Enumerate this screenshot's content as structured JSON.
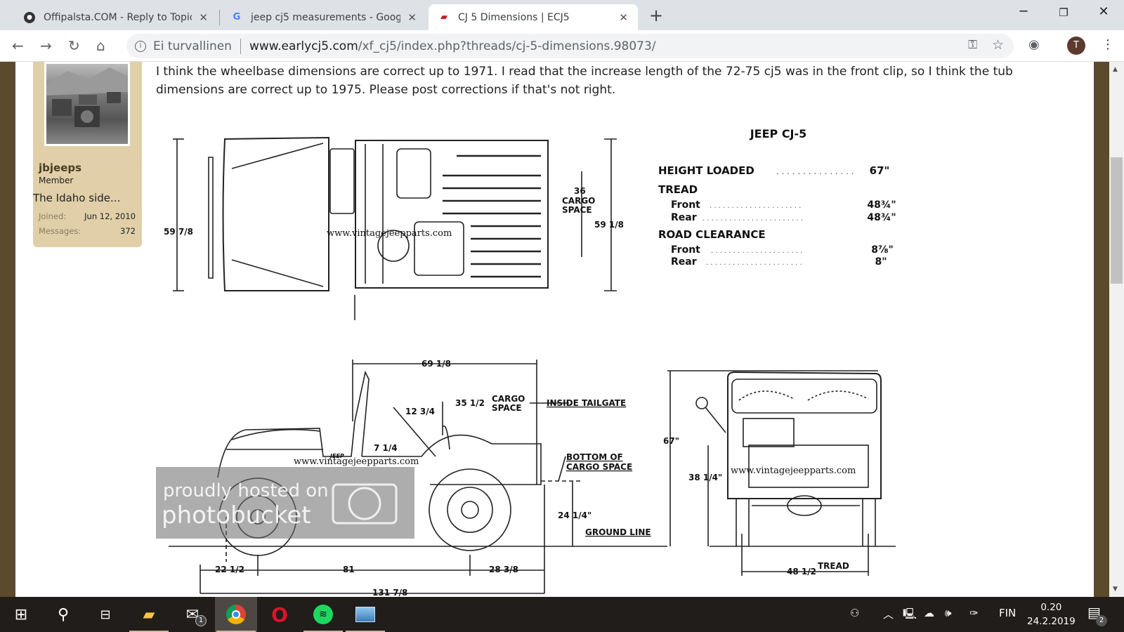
{
  "browser": {
    "tabs": [
      {
        "title": "Offipalsta.COM - Reply to Topic",
        "icon": "offipalsta-favicon",
        "active": false
      },
      {
        "title": "jeep cj5 measurements - Google",
        "icon": "google-favicon",
        "active": false
      },
      {
        "title": "CJ 5 Dimensions | ECJ5",
        "icon": "jeep-favicon",
        "active": true
      }
    ],
    "security_label": "Ei turvallinen",
    "url_domain": "www.earlycj5.com",
    "url_path": "/xf_cj5/index.php?threads/cj-5-dimensions.98073/",
    "avatar_letter": "T"
  },
  "user": {
    "name": "jbjeeps",
    "role": "Member",
    "motto": "The Idaho side...",
    "joined_label": "Joined:",
    "joined": "Jun 12, 2010",
    "messages_label": "Messages:",
    "messages": "372"
  },
  "post": {
    "text": "I think the wheelbase dimensions are correct up to 1971. I read that the increase length of the 72-75 cj5 was in the front clip, so I think the tub dimensions are correct up to 1975. Please post corrections if that's not right."
  },
  "diagram": {
    "title": "JEEP CJ-5",
    "specs": {
      "height_label": "HEIGHT LOADED",
      "height": "67\"",
      "tread_label": "TREAD",
      "tread_front_label": "Front",
      "tread_front": "48¾\"",
      "tread_rear_label": "Rear",
      "tread_rear": "48¾\"",
      "clearance_label": "ROAD CLEARANCE",
      "clear_front_label": "Front",
      "clear_front": "8⅞\"",
      "clear_rear_label": "Rear",
      "clear_rear": "8\""
    },
    "top": {
      "width_left": "59 7/8",
      "cargo": "36",
      "cargo_label1": "CARGO",
      "cargo_label2": "SPACE",
      "width_right": "59 1/8"
    },
    "side": {
      "top_len": "69 1/8",
      "seat": "12 3/4",
      "cargo_len": "35 1/2",
      "cargo_label1": "CARGO",
      "cargo_label2": "SPACE",
      "inside_tailgate": "INSIDE TAILGATE",
      "pedal": "7 1/4",
      "bottom_cargo1": "BOTTOM OF",
      "bottom_cargo2": "CARGO SPACE",
      "bottom_height": "24 1/4\"",
      "ground_line": "GROUND LINE",
      "front_overhang": "22 1/2",
      "wheelbase": "81",
      "rear_overhang": "28 3/8",
      "overall": "131 7/8",
      "jeep_badge": "JEEP"
    },
    "rear": {
      "height": "67\"",
      "tub_height": "38 1/4\"",
      "tread": "48 1/2",
      "tread_label": "TREAD"
    },
    "watermark": "www.vintagejeepparts.com",
    "photobucket1": "proudly hosted on",
    "photobucket2": "photobucket"
  },
  "taskbar": {
    "mail_badge": "1",
    "lang": "FIN",
    "time": "0.20",
    "date": "24.2.2019",
    "notif_badge": "2"
  }
}
